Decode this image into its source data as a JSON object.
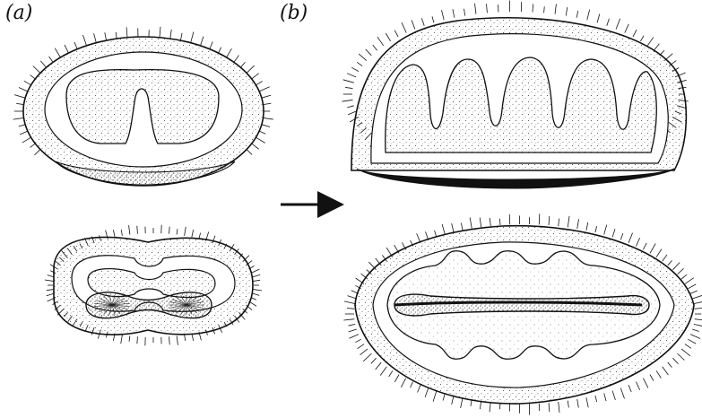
{
  "panels": {
    "a": {
      "label": "(a)"
    },
    "b": {
      "label": "(b)"
    }
  },
  "arrow": {
    "direction": "right",
    "color": "#111111"
  },
  "colors": {
    "ink": "#111111",
    "paper": "#ffffff"
  }
}
